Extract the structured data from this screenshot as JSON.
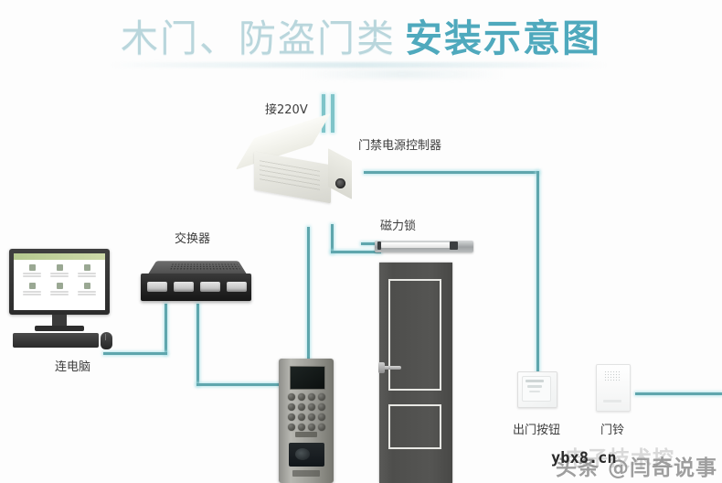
{
  "title": {
    "light": "木门、防盗门类",
    "bold": "安装示意图"
  },
  "labels": {
    "mains": "接220V",
    "power_controller": "门禁电源控制器",
    "switch": "交换器",
    "maglock": "磁力锁",
    "computer": "连电脑",
    "exit_button": "出门按钮",
    "doorbell": "门铃"
  },
  "watermark": {
    "site": "ybx8.cn",
    "brand_light": "电子技术控",
    "brand_dark": "头条 @闫奇说事"
  },
  "colors": {
    "wire": "#5fa6ad",
    "wire_light": "#7fc4c9",
    "title_light": "#b9d6dc",
    "title_bold": "#4fa9bd",
    "door": "#51514f",
    "label_text": "#3d3d3d"
  }
}
